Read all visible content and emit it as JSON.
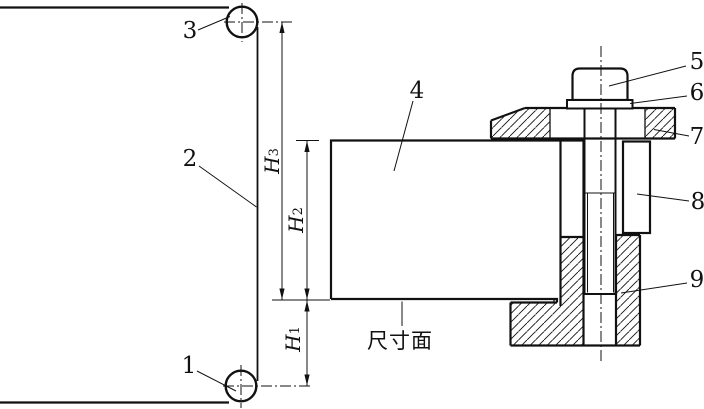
{
  "part_labels": {
    "p1": "1",
    "p2": "2",
    "p3": "3",
    "p4": "4",
    "p5": "5",
    "p6": "6",
    "p7": "7",
    "p8": "8",
    "p9": "9"
  },
  "dimensions": {
    "h3": {
      "letter": "H",
      "sub": "3"
    },
    "h2": {
      "letter": "H",
      "sub": "2"
    },
    "h1": {
      "letter": "H",
      "sub": "1"
    }
  },
  "caption": {
    "dimension_surface": "尺寸面"
  },
  "colors": {
    "line_color": "#111111",
    "background": "#ffffff"
  }
}
